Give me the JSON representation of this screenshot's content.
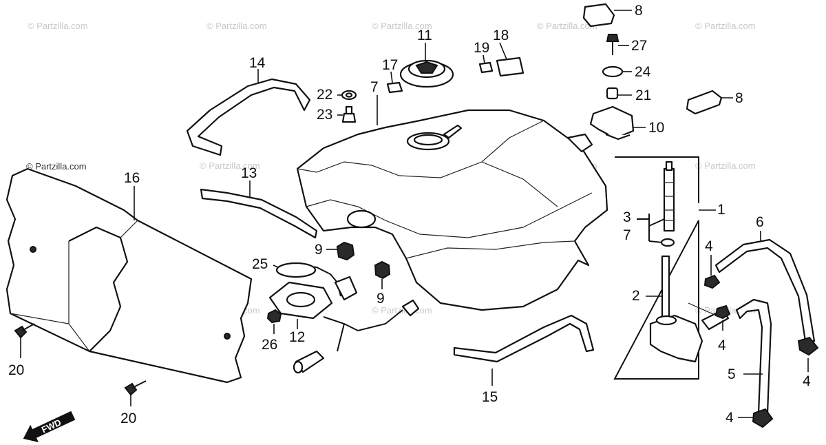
{
  "watermark": "© Partzilla.com",
  "fwd_label": "FWD",
  "callouts": {
    "c1": "1",
    "c2": "2",
    "c3": "3",
    "c7b": "7",
    "c4a": "4",
    "c4b": "4",
    "c4c": "4",
    "c4d": "4",
    "c5": "5",
    "c6": "6",
    "c7": "7",
    "c8a": "8",
    "c8b": "8",
    "c9a": "9",
    "c9b": "9",
    "c10": "10",
    "c11": "11",
    "c12": "12",
    "c13": "13",
    "c14": "14",
    "c15": "15",
    "c16": "16",
    "c17": "17",
    "c18": "18",
    "c19": "19",
    "c20a": "20",
    "c20b": "20",
    "c21": "21",
    "c22": "22",
    "c23": "23",
    "c24": "24",
    "c25": "25",
    "c26": "26",
    "c27": "27"
  }
}
